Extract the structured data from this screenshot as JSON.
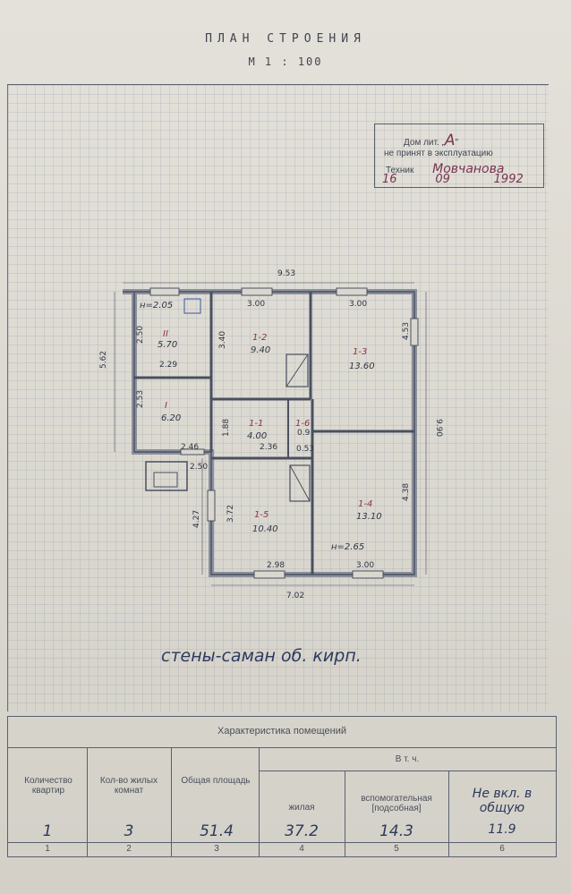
{
  "header": {
    "title": "ПЛАН СТРОЕНИЯ",
    "scale": "М 1 : 100"
  },
  "stamp": {
    "line1_prefix": "Дом лит. „",
    "line1_letter": "А",
    "line1_suffix": "\"",
    "line2": "не принят в эксплуатацию",
    "line3_label": "Техник",
    "line3_signature": "Мовчанова",
    "date_day": "16",
    "date_month": "09",
    "date_year": "1992"
  },
  "plan": {
    "top_width": "9.53",
    "left_height": "5.62",
    "right_height": "9.90",
    "bottom_width": "7.02",
    "left_lower_height": "4.27",
    "porch_width": "2.50",
    "ceiling_height_1": "н=2.05",
    "ceiling_height_2": "н=2.65",
    "walls": [
      {
        "text": "3.00"
      },
      {
        "text": "3.00"
      },
      {
        "text": "2.50"
      },
      {
        "text": "3.40"
      },
      {
        "text": "4.53"
      },
      {
        "text": "2.29"
      },
      {
        "text": "2.53"
      },
      {
        "text": "1.88"
      },
      {
        "text": "0.9"
      },
      {
        "text": "2.36"
      },
      {
        "text": "0.53"
      },
      {
        "text": "2.46"
      },
      {
        "text": "4.38"
      },
      {
        "text": "3.72"
      },
      {
        "text": "2.98"
      },
      {
        "text": "3.00"
      }
    ],
    "rooms": [
      {
        "id": "II",
        "area": "5.70"
      },
      {
        "id": "I",
        "area": "6.20"
      },
      {
        "id": "1-2",
        "area": "9.40"
      },
      {
        "id": "1-3",
        "area": "13.60"
      },
      {
        "id": "1-1",
        "area": "4.00"
      },
      {
        "id": "1-6",
        "area": ""
      },
      {
        "id": "1-5",
        "area": "10.40"
      },
      {
        "id": "1-4",
        "area": "13.10"
      }
    ]
  },
  "material_note": "стены-саман об. кирп.",
  "table": {
    "title": "Характеристика помещений",
    "incl": "В т. ч.",
    "columns": [
      {
        "header": "Количество квартир",
        "value": "1",
        "num": "1"
      },
      {
        "header": "Кол-во жилых комнат",
        "value": "3",
        "num": "2"
      },
      {
        "header": "Общая площадь",
        "value": "51.4",
        "num": "3"
      },
      {
        "header": "жилая",
        "value": "37.2",
        "num": "4"
      },
      {
        "header": "вспомогательная [подсобная]",
        "value": "14.3",
        "num": "5"
      },
      {
        "header": "Не вкл. в общую",
        "value": "11.9",
        "num": "6"
      }
    ]
  }
}
